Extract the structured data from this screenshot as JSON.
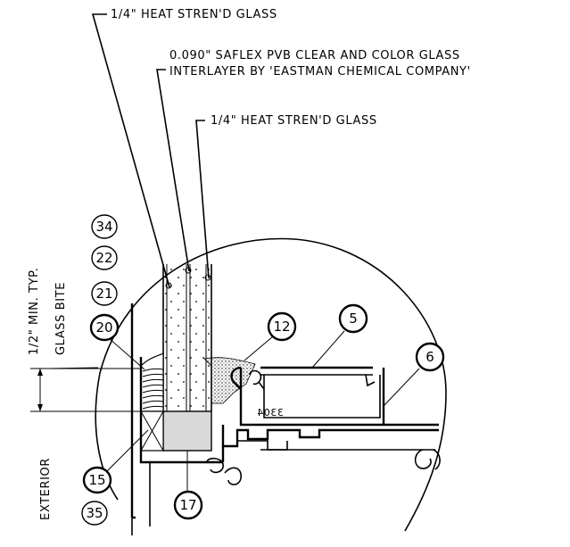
{
  "notes": {
    "glass_top": "1/4\" HEAT STREN'D GLASS",
    "pvb_line1": "0.090\" SAFLEX PVB CLEAR AND COLOR GLASS",
    "pvb_line2": "INTERLAYER BY 'EASTMAN CHEMICAL COMPANY'",
    "glass_inner": "1/4\" HEAT STREN'D GLASS",
    "min_bite_line1": "1/2\" MIN. TYP.",
    "min_bite_line2": "GLASS BITE",
    "exterior": "EXTERIOR",
    "extrusion_mark": "3304"
  },
  "callouts": {
    "c34": "34",
    "c22": "22",
    "c21": "21",
    "c20": "20",
    "c12": "12",
    "c5": "5",
    "c6": "6",
    "c15": "15",
    "c17": "17",
    "c35": "35"
  }
}
